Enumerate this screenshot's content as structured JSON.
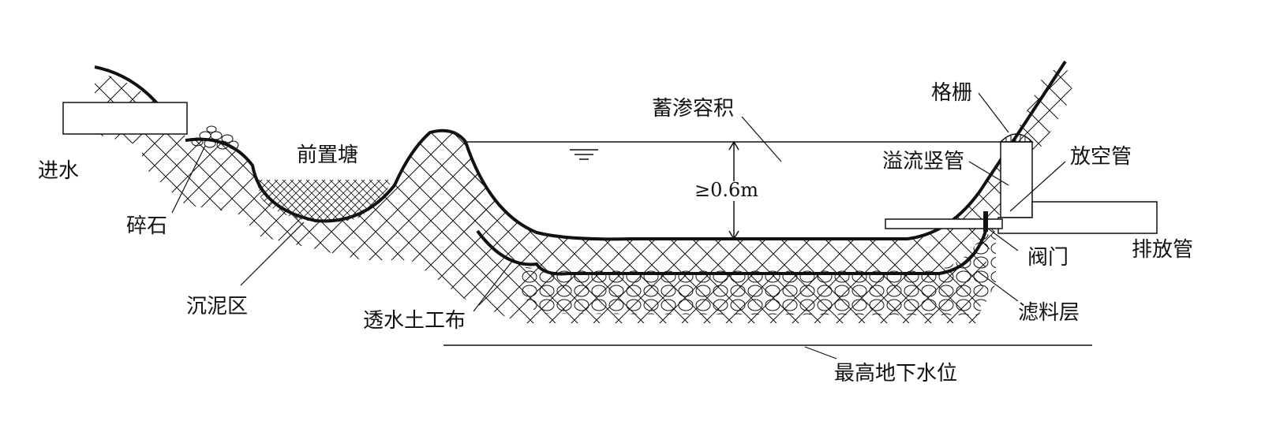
{
  "labels": {
    "inlet": "进水",
    "gravel": "碎石",
    "forebay": "前置塘",
    "sediment_zone": "沉泥区",
    "storage_volume": "蓄渗容积",
    "grille": "格栅",
    "overflow_riser": "溢流竖管",
    "drain_pipe": "放空管",
    "discharge_pipe": "排放管",
    "valve": "阀门",
    "filter_layer": "滤料层",
    "geotextile": "透水土工布",
    "max_groundwater": "最高地下水位",
    "depth": "≥0.6m"
  },
  "colors": {
    "line": "#111111",
    "background": "#ffffff"
  },
  "icons": {
    "water_level": "water-level-icon"
  }
}
